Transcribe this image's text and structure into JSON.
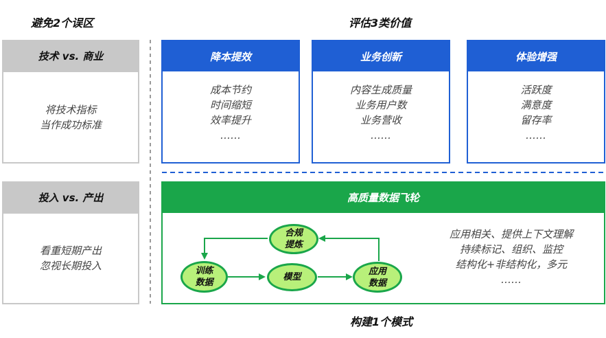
{
  "left": {
    "title": "避免2个误区",
    "misconceptions": [
      {
        "head": "技术 vs. 商业",
        "lines": [
          "将技术指标",
          "当作成功标准"
        ]
      },
      {
        "head": "投入 vs. 产出",
        "lines": [
          "看重短期产出",
          "忽视长期投入"
        ]
      }
    ]
  },
  "top": {
    "title": "评估3类价值",
    "values": [
      {
        "head": "降本提效",
        "lines": [
          "成本节约",
          "时间缩短",
          "效率提升",
          "……"
        ]
      },
      {
        "head": "业务创新",
        "lines": [
          "内容生成质量",
          "业务用户数",
          "业务营收",
          "……"
        ]
      },
      {
        "head": "体验增强",
        "lines": [
          "活跃度",
          "满意度",
          "留存率",
          "……"
        ]
      }
    ]
  },
  "flywheel": {
    "head": "高质量数据飞轮",
    "nodes": {
      "compliance": {
        "line1": "合规",
        "line2": "提炼"
      },
      "training": {
        "line1": "训练",
        "line2": "数据"
      },
      "model": {
        "line1": "模型",
        "line2": ""
      },
      "application": {
        "line1": "应用",
        "line2": "数据"
      }
    },
    "notes": [
      "应用相关、提供上下文理解",
      "持续标记、组织、监控",
      "结构化+非结构化，多元",
      "……"
    ]
  },
  "bottom": {
    "title": "构建1个模式"
  },
  "colors": {
    "blue": "#1f5fd4",
    "green": "#1aa64a",
    "node_fill": "#b8f07a",
    "grey": "#c8c8c8"
  }
}
